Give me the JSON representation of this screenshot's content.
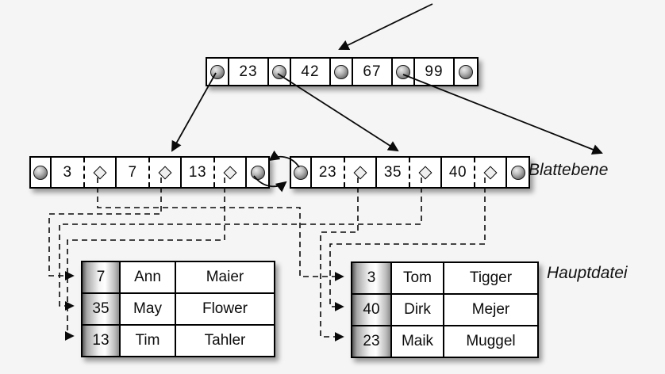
{
  "diagram_type": "b-plus-tree-index",
  "root": {
    "keys": [
      "23",
      "42",
      "67",
      "99"
    ]
  },
  "leaves": {
    "left": {
      "keys": [
        "3",
        "7",
        "13"
      ]
    },
    "right": {
      "keys": [
        "23",
        "35",
        "40"
      ]
    }
  },
  "labels": {
    "leaf_level": "Blattebene",
    "main_file": "Hauptdatei"
  },
  "tables": {
    "left": {
      "rows": [
        [
          "7",
          "Ann",
          "Maier"
        ],
        [
          "35",
          "May",
          "Flower"
        ],
        [
          "13",
          "Tim",
          "Tahler"
        ]
      ]
    },
    "right": {
      "rows": [
        [
          "3",
          "Tom",
          "Tigger"
        ],
        [
          "40",
          "Dirk",
          "Mejer"
        ],
        [
          "23",
          "Maik",
          "Muggel"
        ]
      ]
    }
  },
  "icons": {
    "pointer": "pointer-circle",
    "record_pointer": "diamond"
  },
  "colors": {
    "background": "#f5f5f5",
    "node_fill": "#ffffff",
    "line": "#0a0a0a",
    "key_column_gradient_dark": "#565656"
  }
}
